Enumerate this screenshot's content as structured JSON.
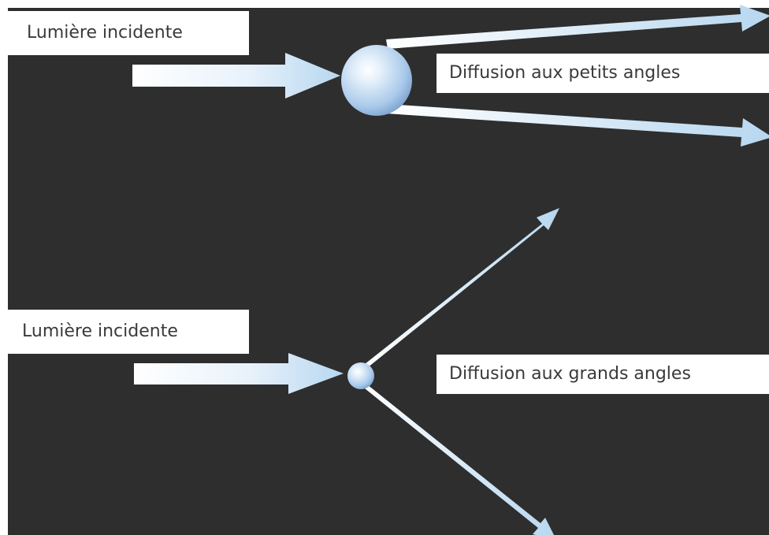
{
  "colors": {
    "background": "#2e2e2e",
    "label_background": "#ffffff",
    "label_text": "#3a3a3a",
    "arrow_light": "#ffffff",
    "arrow_tint": "#b7d7f0",
    "particle": "#a9c9ea"
  },
  "top_scene": {
    "incident_label": "Lumière incidente",
    "scatter_label": "Diffusion aux petits angles"
  },
  "bottom_scene": {
    "incident_label": "Lumière incidente",
    "scatter_label": "Diffusion aux grands angles"
  }
}
